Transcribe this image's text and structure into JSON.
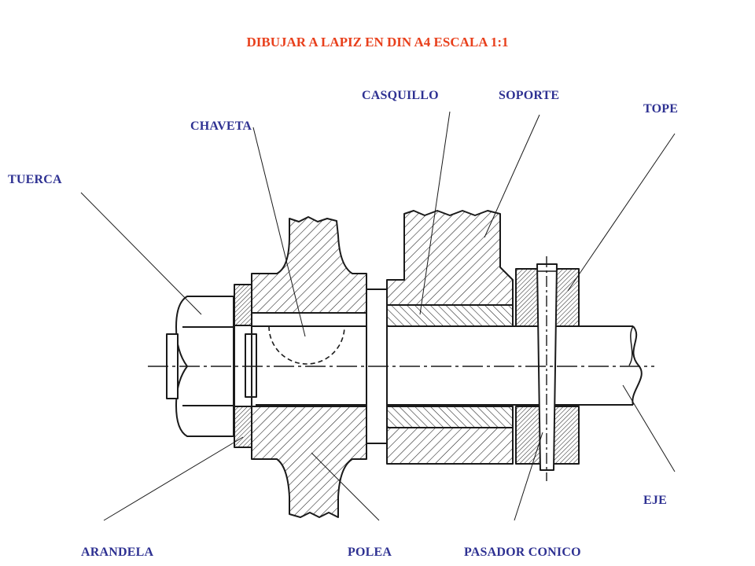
{
  "title": "DIBUJAR A LAPIZ EN DIN A4 ESCALA 1:1",
  "labels": {
    "tuerca": "TUERCA",
    "chaveta": "CHAVETA",
    "casquillo": "CASQUILLO",
    "soporte": "SOPORTE",
    "tope": "TOPE",
    "eje": "EJE",
    "arandela": "ARANDELA",
    "polea": "POLEA",
    "pasador": "PASADOR CONICO"
  },
  "colors": {
    "title": "#e8401c",
    "labels": "#2e3192",
    "lines": "#1a1a1a"
  }
}
